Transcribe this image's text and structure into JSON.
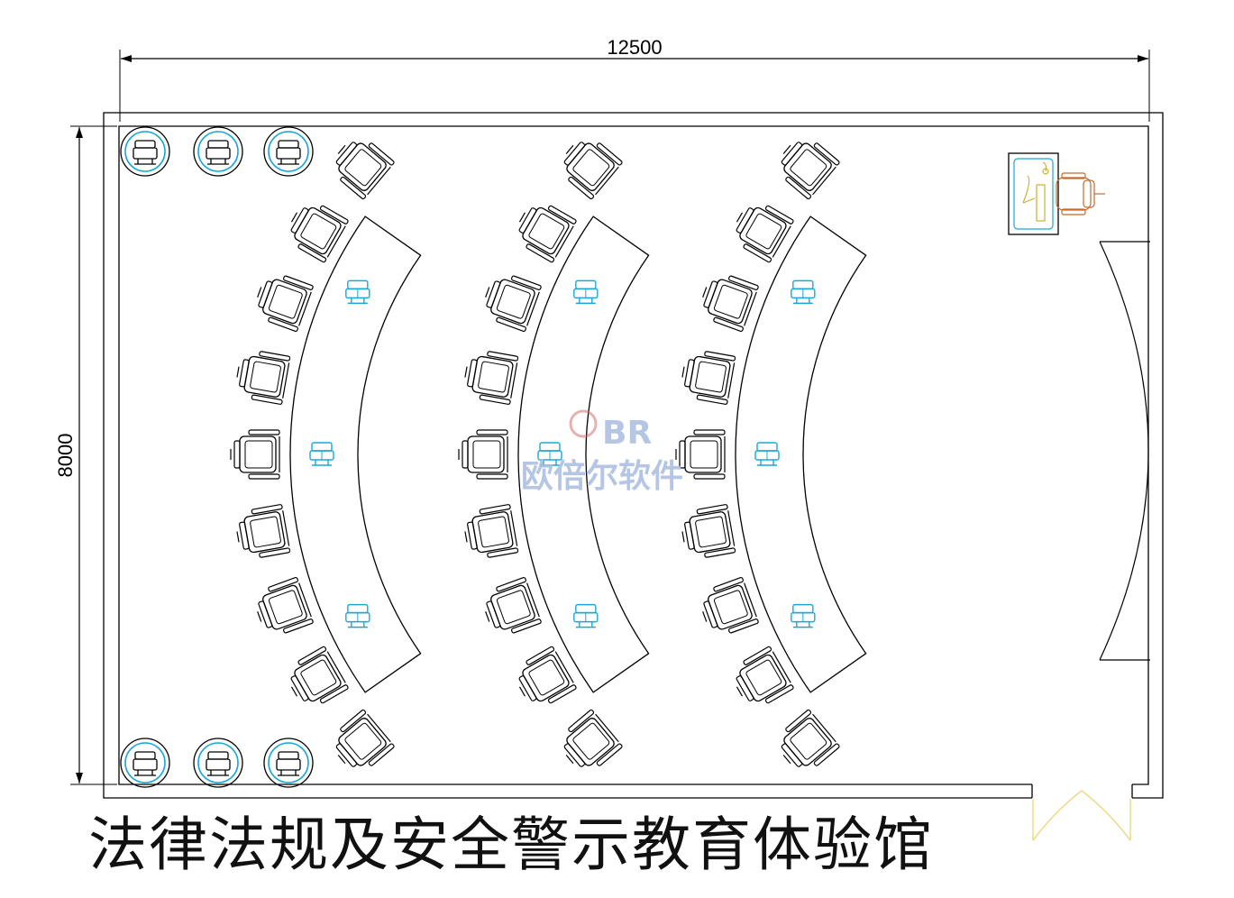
{
  "dimensions": {
    "width_label": "12500",
    "height_label": "8000"
  },
  "title": "法律法规及安全警示教育体验馆",
  "watermark": {
    "logo_text": "BR",
    "company": "欧倍尔软件"
  },
  "colors": {
    "line": "#000000",
    "fixture": "#1aa7d8",
    "desk": "#c9b233",
    "operator_chair": "#c46a2f",
    "door": "#e8d36a",
    "watermark": "#a9bde0"
  }
}
